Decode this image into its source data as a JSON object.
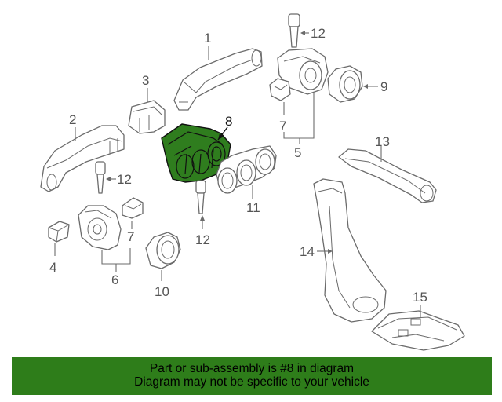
{
  "diagram": {
    "highlight_color": "#2e7d1a",
    "highlighted_part": "8",
    "callouts": {
      "c1": "1",
      "c2": "2",
      "c3": "3",
      "c4": "4",
      "c5": "5",
      "c6": "6",
      "c7a": "7",
      "c7b": "7",
      "c8": "8",
      "c9": "9",
      "c10": "10",
      "c11": "11",
      "c12a": "12",
      "c12b": "12",
      "c12c": "12",
      "c13": "13",
      "c14": "14",
      "c15": "15"
    }
  },
  "banner": {
    "line1": "Part or sub-assembly is #8 in diagram",
    "line2": "Diagram may not be specific to your vehicle"
  }
}
